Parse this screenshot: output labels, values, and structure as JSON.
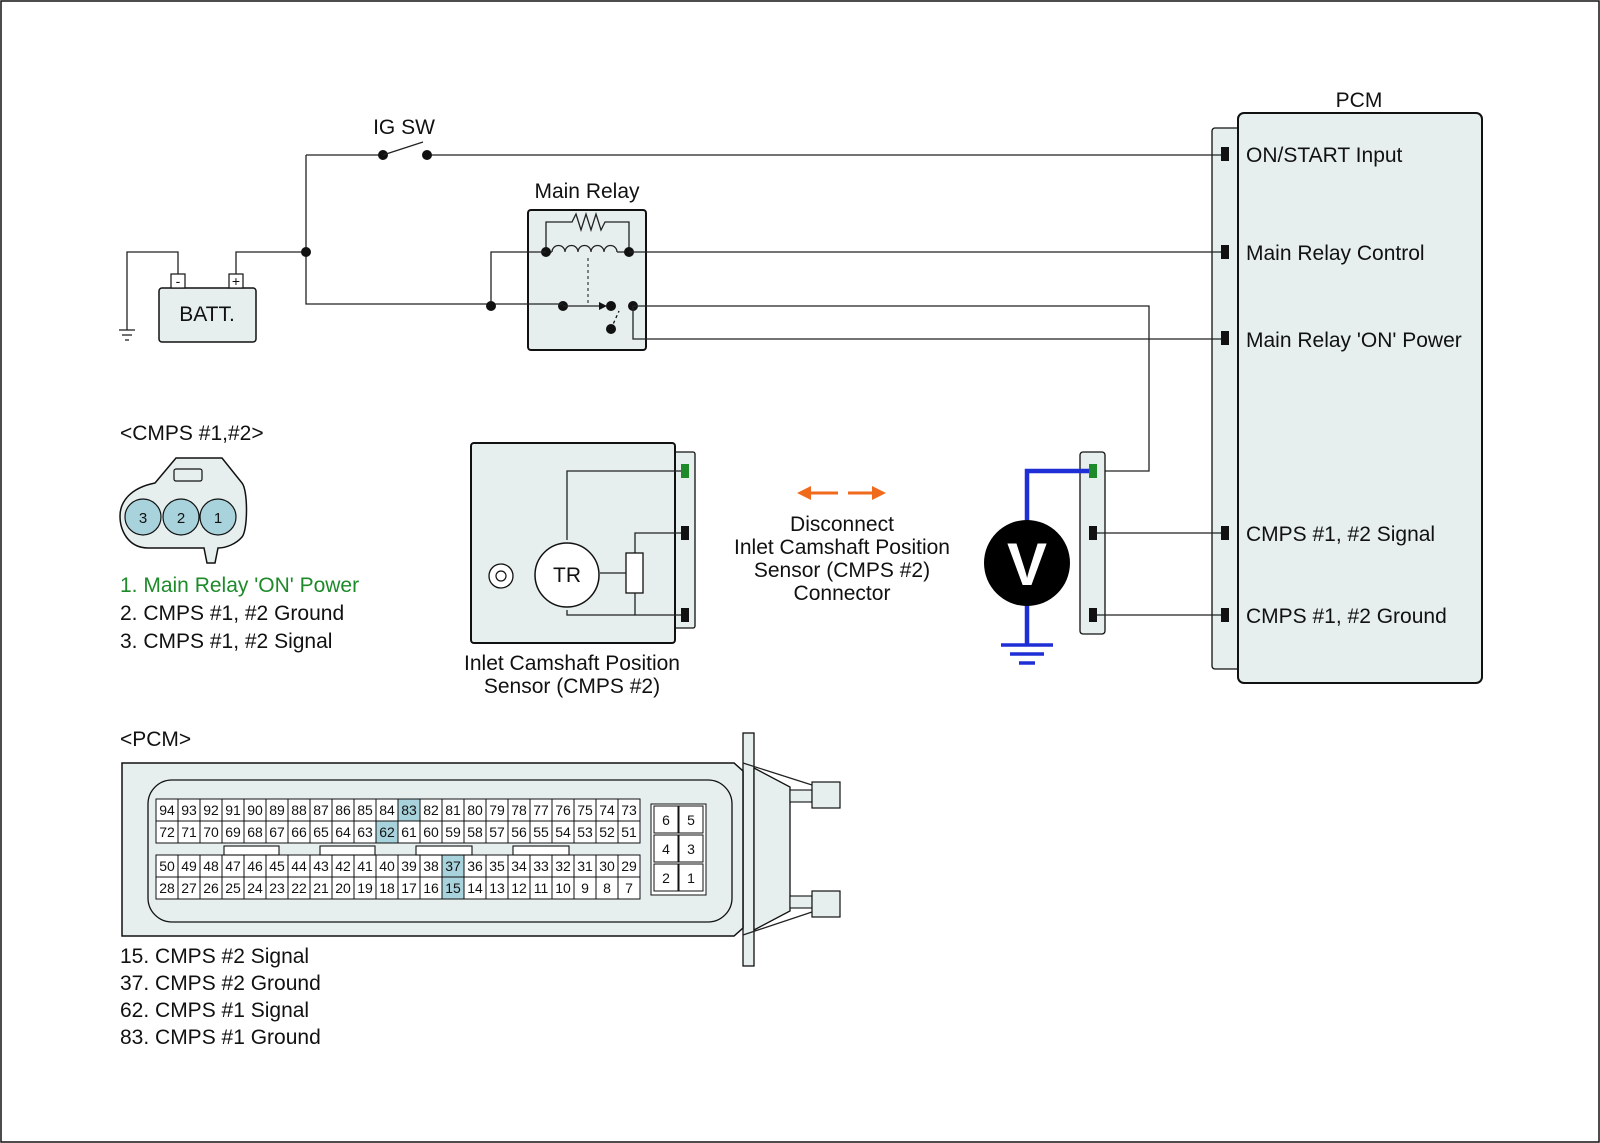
{
  "colors": {
    "background": "#ffffff",
    "component_fill": "#e6eeee",
    "highlight_pin": "#a9d3dc",
    "green_label": "#1e8a2a",
    "green_pin": "#1e8a2a",
    "meter_lead": "#1f2fd6",
    "arrow": "#f06a1c"
  },
  "pcm": {
    "title": "PCM",
    "pins": {
      "on_start": "ON/START Input",
      "relay_control": "Main Relay Control",
      "relay_on_power": "Main Relay 'ON' Power",
      "cmps_signal": "CMPS #1, #2 Signal",
      "cmps_ground": "CMPS #1, #2 Ground"
    }
  },
  "ig_sw": {
    "label": "IG SW"
  },
  "main_relay": {
    "label": "Main Relay"
  },
  "battery": {
    "label": "BATT.",
    "minus": "-",
    "plus": "+"
  },
  "cmps_connector": {
    "title": "<CMPS #1,#2>",
    "pins": [
      "3",
      "2",
      "1"
    ],
    "legend": [
      "1. Main Relay 'ON' Power",
      "2. CMPS #1, #2 Ground",
      "3. CMPS #1, #2 Signal"
    ]
  },
  "sensor": {
    "element_label": "TR",
    "caption_line1": "Inlet Camshaft Position",
    "caption_line2": "Sensor (CMPS #2)"
  },
  "disconnect": {
    "line1": "Disconnect",
    "line2": "Inlet Camshaft Position",
    "line3": "Sensor (CMPS #2)",
    "line4": "Connector"
  },
  "voltmeter": {
    "symbol": "V"
  },
  "pcm_connector": {
    "title": "<PCM>",
    "rows": [
      [
        "94",
        "93",
        "92",
        "91",
        "90",
        "89",
        "88",
        "87",
        "86",
        "85",
        "84",
        "83",
        "82",
        "81",
        "80",
        "79",
        "78",
        "77",
        "76",
        "75",
        "74",
        "73"
      ],
      [
        "72",
        "71",
        "70",
        "69",
        "68",
        "67",
        "66",
        "65",
        "64",
        "63",
        "62",
        "61",
        "60",
        "59",
        "58",
        "57",
        "56",
        "55",
        "54",
        "53",
        "52",
        "51"
      ],
      [
        "50",
        "49",
        "48",
        "47",
        "46",
        "45",
        "44",
        "43",
        "42",
        "41",
        "40",
        "39",
        "38",
        "37",
        "36",
        "35",
        "34",
        "33",
        "32",
        "31",
        "30",
        "29"
      ],
      [
        "28",
        "27",
        "26",
        "25",
        "24",
        "23",
        "22",
        "21",
        "20",
        "19",
        "18",
        "17",
        "16",
        "15",
        "14",
        "13",
        "12",
        "11",
        "10",
        "9",
        "8",
        "7"
      ]
    ],
    "highlighted": [
      "83",
      "62",
      "37",
      "15"
    ],
    "small_block": [
      [
        "6",
        "5"
      ],
      [
        "4",
        "3"
      ],
      [
        "2",
        "1"
      ]
    ],
    "legend": [
      "15. CMPS #2 Signal",
      "37. CMPS #2 Ground",
      "62. CMPS #1 Signal",
      "83. CMPS #1 Ground"
    ]
  }
}
